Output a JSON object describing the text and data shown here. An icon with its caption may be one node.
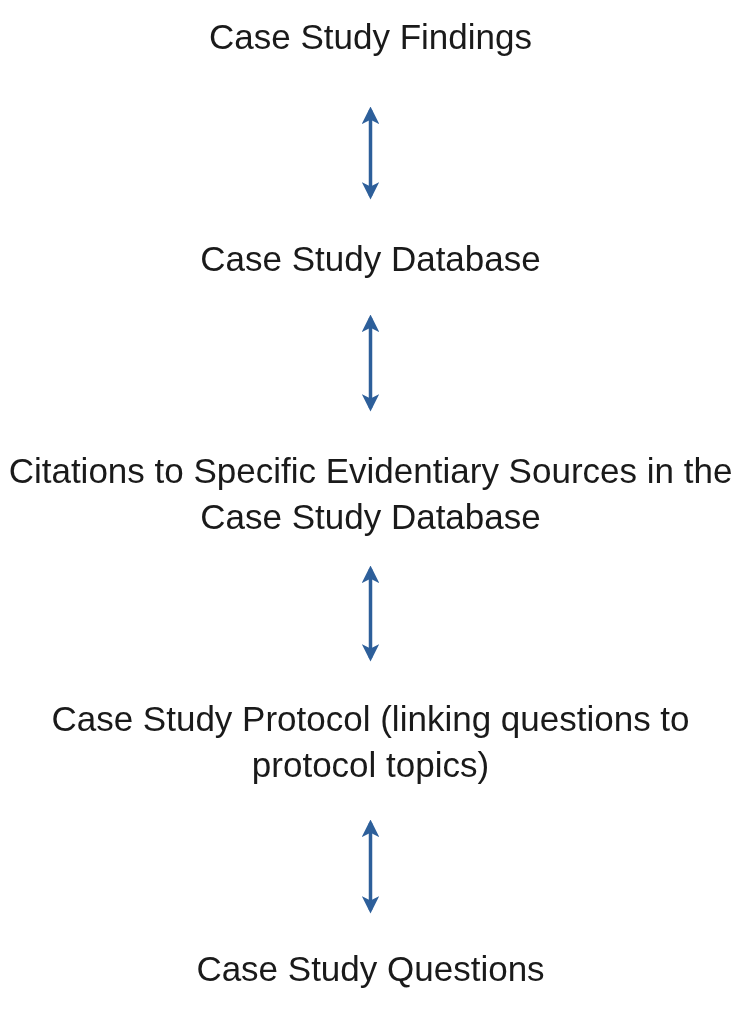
{
  "diagram": {
    "nodes": [
      {
        "text": [
          "Case Study Findings"
        ]
      },
      {
        "text": [
          "Case Study Database"
        ]
      },
      {
        "text": [
          "Citations to Specific Evidentiary Sources in the Case Study Database"
        ]
      },
      {
        "text": [
          "Case Study Protocol (linking questions to protocol topics)"
        ]
      },
      {
        "text": [
          "Case Study Questions"
        ]
      }
    ],
    "edges": [
      {
        "from": 0,
        "to": 1,
        "arrow": "both"
      },
      {
        "from": 1,
        "to": 2,
        "arrow": "both"
      },
      {
        "from": 2,
        "to": 3,
        "arrow": "both"
      },
      {
        "from": 3,
        "to": 4,
        "arrow": "both"
      }
    ]
  }
}
